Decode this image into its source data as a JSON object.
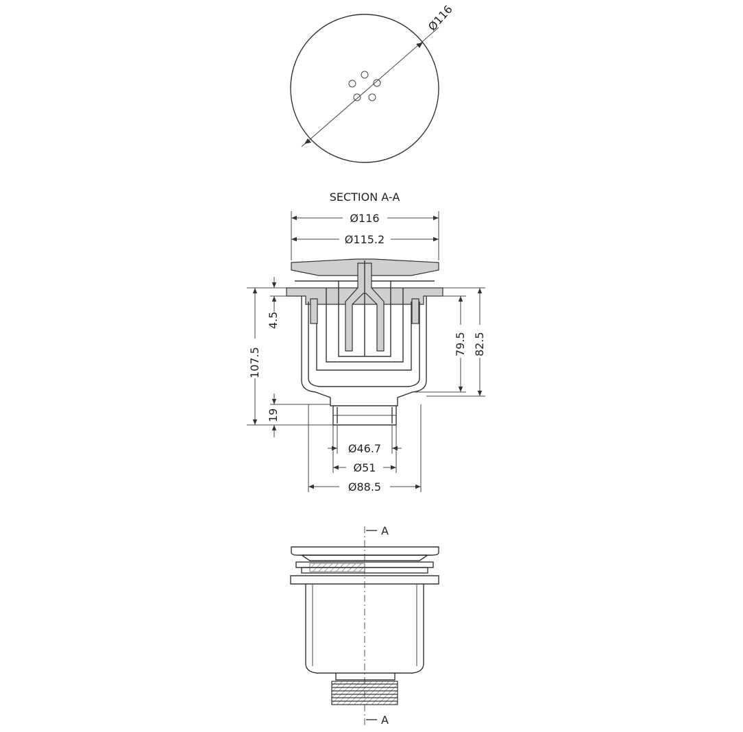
{
  "top_view": {
    "diameter_label": "Ø116"
  },
  "section": {
    "title": "SECTION A-A",
    "dim_top_outer": "Ø116",
    "dim_top_inner": "Ø115.2",
    "dim_left_small": "4.5",
    "dim_left_total": "107.5",
    "dim_left_outlet": "19",
    "dim_right_inner": "79.5",
    "dim_right_outer": "82.5",
    "dim_bottom_1": "Ø46.7",
    "dim_bottom_2": "Ø51",
    "dim_bottom_3": "Ø88.5"
  },
  "side_view": {
    "cut_label_top": "A",
    "cut_label_bottom": "A"
  }
}
